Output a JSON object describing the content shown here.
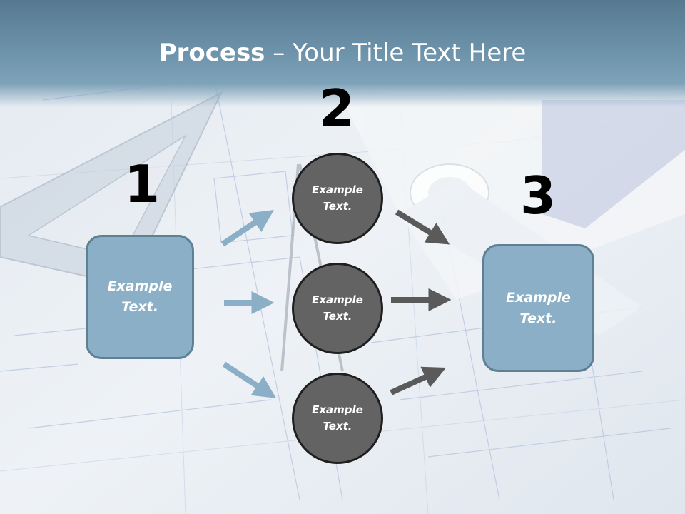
{
  "title": {
    "bold": "Process",
    "rest": " – Your Title Text Here"
  },
  "steps": [
    {
      "number": "1",
      "text": "Example Text."
    },
    {
      "number": "2",
      "items": [
        "Example Text.",
        "Example Text.",
        "Example Text."
      ]
    },
    {
      "number": "3",
      "text": "Example Text."
    }
  ],
  "colors": {
    "title_band": "#6b91a9",
    "box_fill": "#8aafc6",
    "box_border": "#5f7f93",
    "circle_fill": "#636363",
    "dark_arrow": "#5a5a5a",
    "light_arrow": "#8aafc6"
  }
}
